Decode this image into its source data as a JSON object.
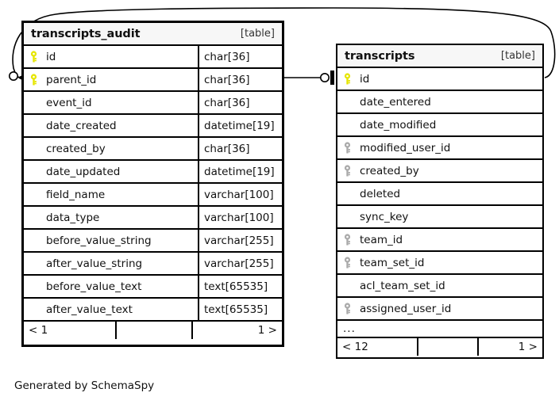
{
  "diagram": {
    "generator_caption": "Generated by SchemaSpy",
    "key_colors": {
      "primary_key": "#e6e600",
      "foreign_key": "#aaaaaa"
    },
    "edge_color": "#000000",
    "header_background": "#f5f5f5"
  },
  "tables": [
    {
      "id": "transcripts_audit",
      "name": "transcripts_audit",
      "kind_label": "[table]",
      "columns": [
        {
          "key": "primary",
          "name": "id",
          "type": "char[36]"
        },
        {
          "key": "primary",
          "name": "parent_id",
          "type": "char[36]"
        },
        {
          "key": "none",
          "name": "event_id",
          "type": "char[36]"
        },
        {
          "key": "none",
          "name": "date_created",
          "type": "datetime[19]"
        },
        {
          "key": "none",
          "name": "created_by",
          "type": "char[36]"
        },
        {
          "key": "none",
          "name": "date_updated",
          "type": "datetime[19]"
        },
        {
          "key": "none",
          "name": "field_name",
          "type": "varchar[100]"
        },
        {
          "key": "none",
          "name": "data_type",
          "type": "varchar[100]"
        },
        {
          "key": "none",
          "name": "before_value_string",
          "type": "varchar[255]"
        },
        {
          "key": "none",
          "name": "after_value_string",
          "type": "varchar[255]"
        },
        {
          "key": "none",
          "name": "before_value_text",
          "type": "text[65535]"
        },
        {
          "key": "none",
          "name": "after_value_text",
          "type": "text[65535]"
        }
      ],
      "has_ellipsis_row": false,
      "footer": {
        "left": "< 1",
        "middle": "",
        "right": "1 >"
      }
    },
    {
      "id": "transcripts",
      "name": "transcripts",
      "kind_label": "[table]",
      "columns": [
        {
          "key": "primary",
          "name": "id",
          "type": ""
        },
        {
          "key": "none",
          "name": "date_entered",
          "type": ""
        },
        {
          "key": "none",
          "name": "date_modified",
          "type": ""
        },
        {
          "key": "foreign",
          "name": "modified_user_id",
          "type": ""
        },
        {
          "key": "foreign",
          "name": "created_by",
          "type": ""
        },
        {
          "key": "none",
          "name": "deleted",
          "type": ""
        },
        {
          "key": "none",
          "name": "sync_key",
          "type": ""
        },
        {
          "key": "foreign",
          "name": "team_id",
          "type": ""
        },
        {
          "key": "foreign",
          "name": "team_set_id",
          "type": ""
        },
        {
          "key": "none",
          "name": "acl_team_set_id",
          "type": ""
        },
        {
          "key": "foreign",
          "name": "assigned_user_id",
          "type": ""
        }
      ],
      "has_ellipsis_row": true,
      "ellipsis_label": "...",
      "footer": {
        "left": "< 12",
        "middle": "",
        "right": "1 >"
      }
    }
  ],
  "relationships": [
    {
      "name": "transcripts-to-transcripts-audit-parent",
      "from_table": "transcripts",
      "from_column": "id",
      "to_table": "transcripts_audit",
      "to_column": "parent_id",
      "from_cardinality": "zero-or-one",
      "to_cardinality": "zero-or-many"
    },
    {
      "name": "transcripts-audit-parent-to-transcripts-id",
      "from_table": "transcripts_audit",
      "from_column": "parent_id",
      "to_table": "transcripts",
      "to_column": "id",
      "from_cardinality": "one",
      "to_cardinality": "zero-or-one"
    }
  ]
}
